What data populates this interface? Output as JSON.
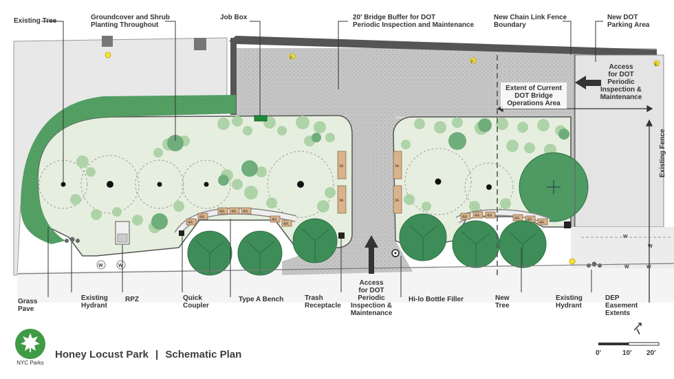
{
  "title": {
    "park_name": "Honey Locust Park",
    "separator": "|",
    "plan_type": "Schematic Plan"
  },
  "logo": {
    "text": "NYC Parks",
    "color": "#3f9b45"
  },
  "labels": {
    "existing_tree": "Existing Tree",
    "groundcover": "Groundcover and Shrub\nPlanting Throughout",
    "job_box": "Job Box",
    "bridge_buffer": "20' Bridge Buffer for DOT\nPeriodic Inspection and Maintenance",
    "chain_link": "New Chain Link Fence\nBoundary",
    "dot_parking": "New DOT\nParking Area",
    "access_right": "Access\nfor DOT\nPeriodic\nInspection &\nMaintenance",
    "extent": "Extent of Current\nDOT Bridge\nOperations Area",
    "existing_fence": "Existing Fence",
    "grass_pave": "Grass\nPave",
    "existing_hydrant_left": "Existing\nHydrant",
    "rpz": "RPZ",
    "quick_coupler": "Quick\nCoupler",
    "type_a_bench": "Type A Bench",
    "trash": "Trash\nReceptacle",
    "access_bottom": "Access\nfor DOT\nPeriodic\nInspection &\nMaintenance",
    "bottle_filler": "Hi-lo Bottle Filler",
    "new_tree": "New\nTree",
    "existing_hydrant_right": "Existing\nHydrant",
    "dep": "DEP\nEasement\nExtents"
  },
  "map_marks": {
    "bench_tag": "4A",
    "bench_side_tag": "3A",
    "hydrant_tag": "W",
    "fence_tag": "F",
    "fence_tag_right": "E"
  },
  "scale": {
    "zero": "0'",
    "ten": "10'",
    "twenty": "20'"
  },
  "colors": {
    "paving": "#c9c9c9",
    "lawn": "#e6efdf",
    "tree_dark": "#3e8d58",
    "tree_mid": "#6fae7c",
    "tree_light": "#a8d0a3",
    "green_strip": "#4f9a5e",
    "road": "#e9e9e9",
    "job_box": "#1d8a3a"
  }
}
